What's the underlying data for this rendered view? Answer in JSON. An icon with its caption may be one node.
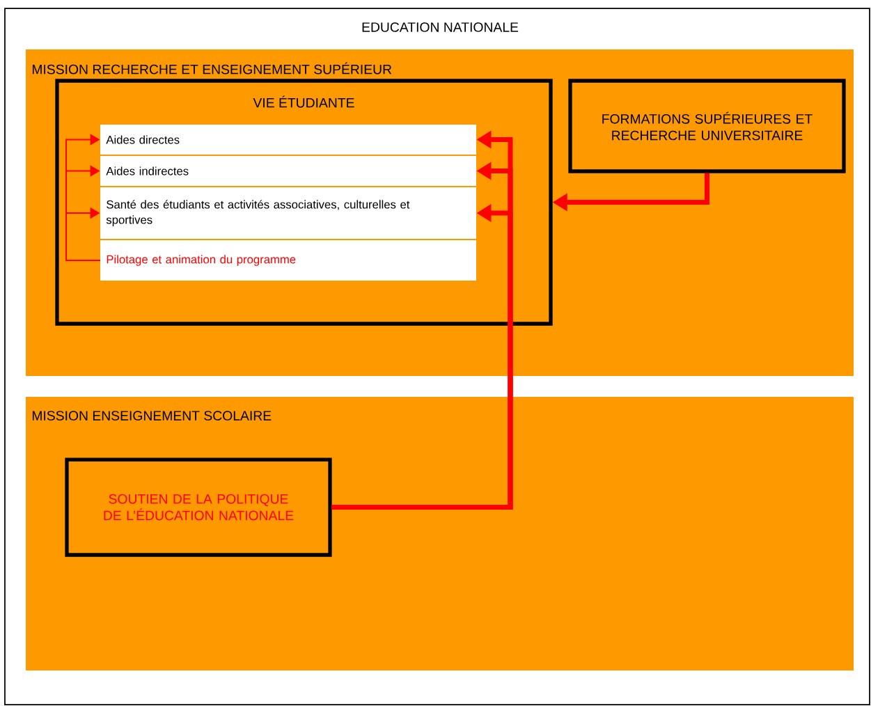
{
  "diagram": {
    "nodes": [
      {
        "text": [
          "EDUCATION NATIONALE"
        ]
      },
      {
        "text": [
          "MISSION RECHERCHE ET ENSEIGNEMENT SUPÉRIEUR"
        ],
        "in": 0
      },
      {
        "text": [
          "VIE ÉTUDIANTE"
        ],
        "in": 1
      },
      {
        "text": [
          "Aides directes"
        ],
        "in": 2
      },
      {
        "text": [
          "Aides indirectes"
        ],
        "in": 2
      },
      {
        "text": [
          "Santé des étudiants et activités associatives, culturelles et sportives"
        ],
        "in": 2
      },
      {
        "text": [
          "Pilotage et animation du programme"
        ],
        "in": 2
      },
      {
        "text": [
          "FORMATIONS SUPÉRIEURES ET RECHERCHE UNIVERSITAIRE"
        ],
        "in": 1
      },
      {
        "text": [
          "MISSION ENSEIGNEMENT SCOLAIRE"
        ],
        "in": 0
      },
      {
        "text": [
          "SOUTIEN DE LA POLITIQUE DE L’ÉDUCATION NATIONALE"
        ],
        "in": 8
      }
    ],
    "edges": [
      {
        "from": 6,
        "to": 3,
        "arrow": "to"
      },
      {
        "from": 6,
        "to": 4,
        "arrow": "to"
      },
      {
        "from": 6,
        "to": 5,
        "arrow": "to"
      },
      {
        "from": 9,
        "to": 3,
        "arrow": "to"
      },
      {
        "from": 9,
        "to": 4,
        "arrow": "to"
      },
      {
        "from": 9,
        "to": 5,
        "arrow": "to"
      },
      {
        "from": 7,
        "to": 2,
        "arrow": "to"
      }
    ]
  }
}
